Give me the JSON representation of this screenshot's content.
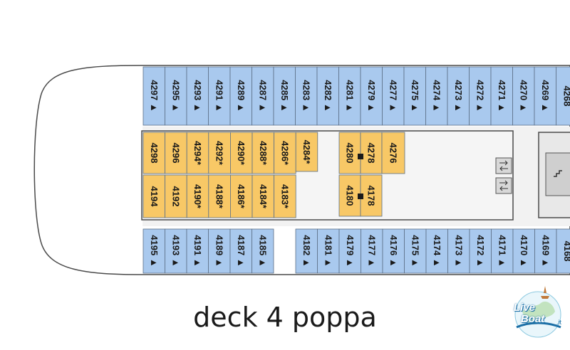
{
  "title": "deck 4 poppa",
  "logo": {
    "line1": "Live",
    "line2": "Boat",
    "suffix": ".it"
  },
  "colors": {
    "outer_cabin": "#a9c9ee",
    "inner_cabin": "#f8c866",
    "hull_stroke": "#4a4a4a",
    "corridor": "#f2f2f2"
  },
  "rows": {
    "top_outer": [
      "4297 ▲",
      "4295 ▲",
      "4293 ▲",
      "4291 ▲",
      "4289 ▲",
      "4287 ▲",
      "4285 ▲",
      "4283 ▲",
      "4282 ▲",
      "4281 ▲",
      "4279 ▲",
      "4277 ▲",
      "4275 ▲",
      "4274 ▲",
      "4273 ▲",
      "4272 ▲",
      "4271 ▲",
      "4270 ▲",
      "4269 ▲",
      "4268"
    ],
    "inner_upper": [
      "4298",
      "4296",
      "4294*",
      "4292*",
      "4290*",
      "4288*",
      "4286*",
      "4284*"
    ],
    "inner_lower": [
      "4194",
      "4192",
      "4190*",
      "4188*",
      "4186*",
      "4184*",
      "4183*"
    ],
    "inner_mid_upper": [
      "4280",
      "4278",
      "4276"
    ],
    "inner_mid_lower": [
      "4180",
      "4178"
    ],
    "bottom_left": [
      "4195 ▲",
      "4193 ▲",
      "4191 ▲",
      "4189 ▲",
      "4187 ▲",
      "4185 ▲"
    ],
    "bottom_right": [
      "4182 ▲",
      "4181 ▲",
      "4179 ▲",
      "4177 ▲",
      "4176 ▲",
      "4175 ▲",
      "4174 ▲",
      "4173 ▲",
      "4172 ▲",
      "4171 ▲",
      "4170 ▲",
      "4169 ▲",
      "4168"
    ]
  }
}
